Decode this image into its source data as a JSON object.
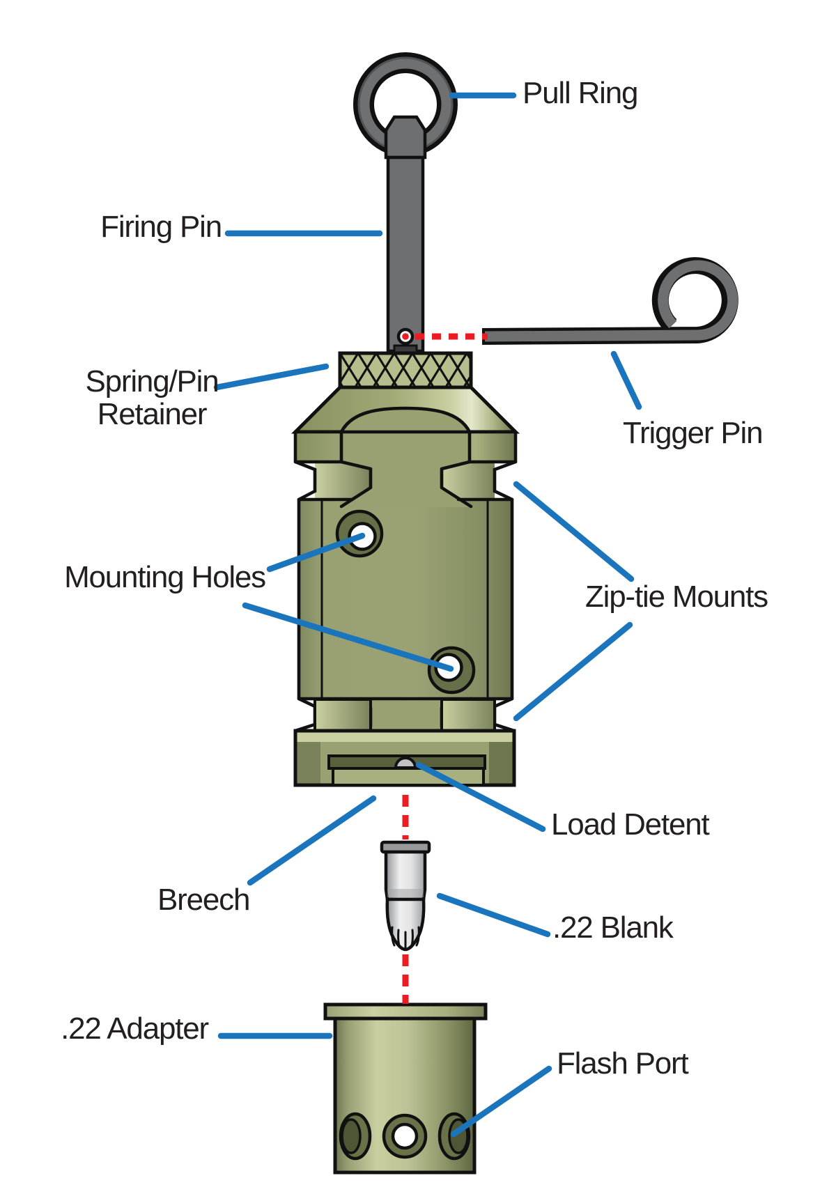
{
  "diagram_type": "exploded-parts-diagram",
  "labels": {
    "pull_ring": "Pull Ring",
    "firing_pin": "Firing Pin",
    "spring_pin_retainer": [
      "Spring/Pin",
      "Retainer"
    ],
    "trigger_pin": "Trigger Pin",
    "mounting_holes": "Mounting Holes",
    "zip_tie_mounts": "Zip-tie Mounts",
    "load_detent": "Load Detent",
    "breech": "Breech",
    "blank_22": ".22 Blank",
    "adapter_22": ".22 Adapter",
    "flash_port": "Flash Port"
  },
  "colors": {
    "leader_line_blue": "#1b75bc",
    "alignment_dash_red": "#ec1c24",
    "label_text": "#231f20",
    "body_olive": "#99a173",
    "body_olive_light": "#cbd0a2",
    "body_olive_dark": "#6f7751",
    "knurl_olive": "#b7be8d",
    "breech_slot_olive": "#59613c",
    "metal_gray": "#6d6f71",
    "cartridge_gray": "#dcdcdd",
    "outline_black": "#111111",
    "background": "#ffffff"
  }
}
